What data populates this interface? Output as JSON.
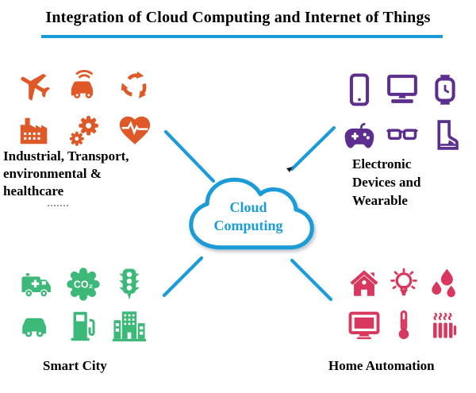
{
  "title": "Integration of Cloud Computing and Internet of Things",
  "colors": {
    "accent": "#1B9CD8",
    "industrial": "#DF5827",
    "electronic": "#5C2E8E",
    "smart_city": "#3CB878",
    "home_automation": "#D9385E",
    "title_text": "#000000"
  },
  "cloud": {
    "lines": [
      "Cloud",
      "Computing"
    ]
  },
  "quadrants": {
    "industrial": {
      "color": "#DF5827",
      "lines": [
        "Industrial, Transport,",
        "environmental &",
        "healthcare"
      ],
      "icons": [
        "airplane-icon",
        "connected-car-icon",
        "recycle-icon",
        "factory-icon",
        "gears-icon",
        "heart-pulse-icon"
      ]
    },
    "electronic": {
      "color": "#5C2E8E",
      "lines": [
        "Electronic",
        "Devices and",
        "Wearable"
      ],
      "icons": [
        "smartphone-icon",
        "desktop-computer-icon",
        "smartwatch-icon",
        "game-controller-icon",
        "smart-glasses-icon",
        "smart-shoe-icon"
      ]
    },
    "smart_city": {
      "color": "#3CB878",
      "label": "Smart City",
      "co2_badge_text": "CO₂",
      "icons": [
        "ambulance-icon",
        "co2-icon",
        "traffic-light-icon",
        "car-icon",
        "fuel-pump-icon",
        "city-buildings-icon"
      ]
    },
    "home_automation": {
      "color": "#D9385E",
      "label": "Home Automation",
      "icons": [
        "smart-home-icon",
        "smart-bulb-icon",
        "water-drops-icon",
        "tv-screen-icon",
        "thermometer-icon",
        "radiator-icon"
      ]
    }
  }
}
